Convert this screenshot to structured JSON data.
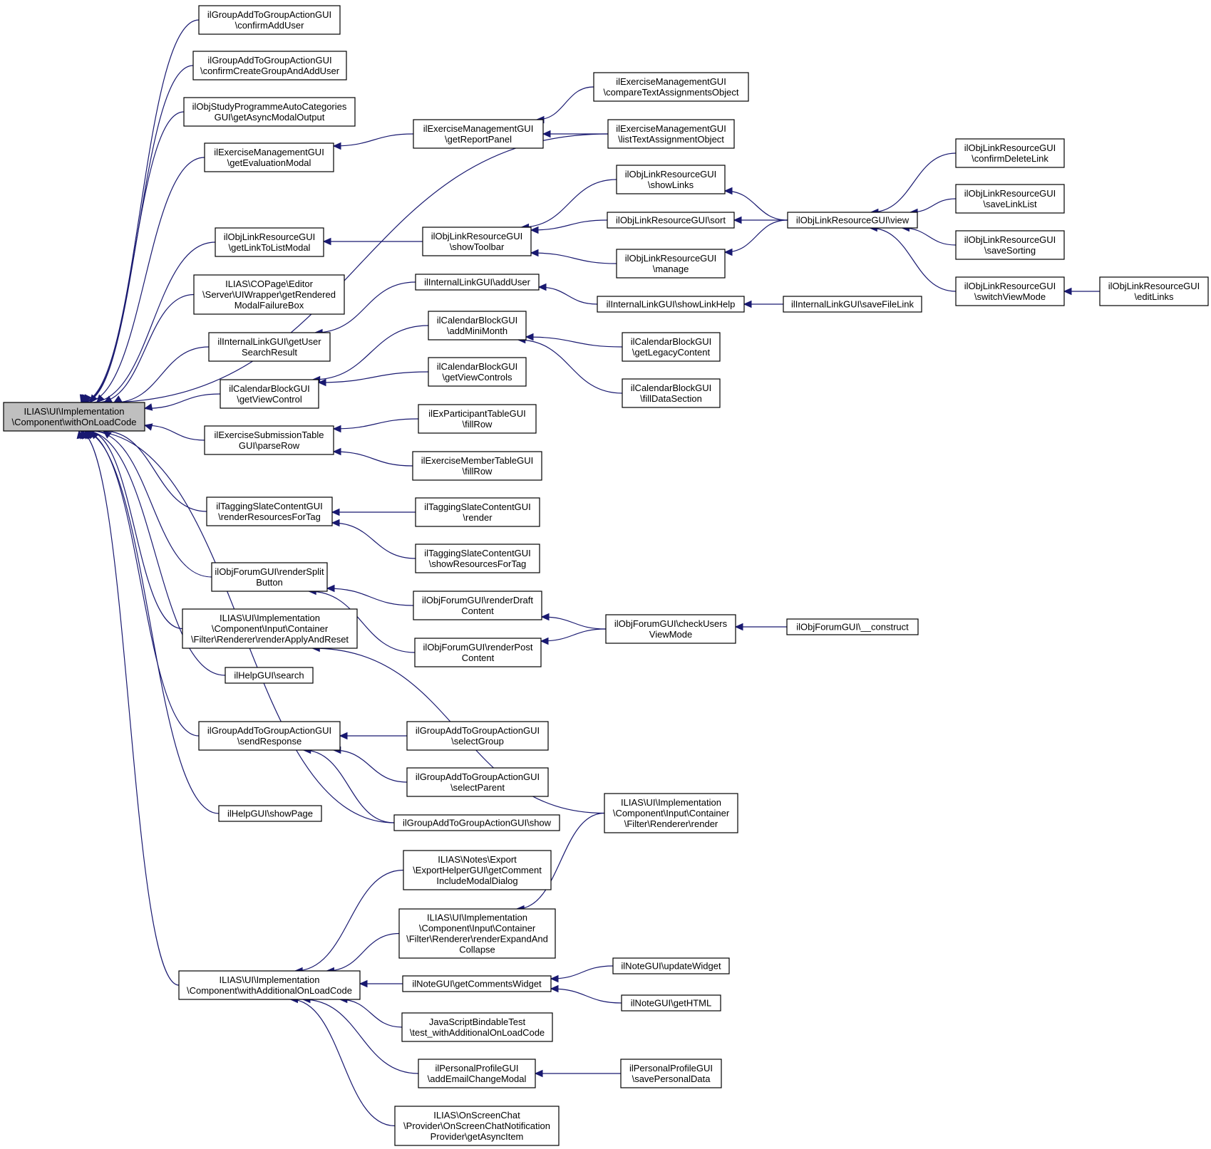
{
  "colors": {
    "edge": "#191970",
    "node_border": "#000000",
    "node_fill": "#ffffff",
    "root_fill": "#bfbfbf",
    "background": "#ffffff"
  },
  "nodes": [
    {
      "id": "root",
      "lines": [
        "ILIAS\\UI\\Implementation",
        "\\Component\\withOnLoadCode"
      ]
    },
    {
      "id": "n01",
      "lines": [
        "ilGroupAddToGroupActionGUI",
        "\\confirmAddUser"
      ]
    },
    {
      "id": "n02",
      "lines": [
        "ilGroupAddToGroupActionGUI",
        "\\confirmCreateGroupAndAddUser"
      ]
    },
    {
      "id": "n03",
      "lines": [
        "ilObjStudyProgrammeAutoCategories",
        "GUI\\getAsyncModalOutput"
      ]
    },
    {
      "id": "n04",
      "lines": [
        "ilExerciseManagementGUI",
        "\\getEvaluationModal"
      ]
    },
    {
      "id": "n05",
      "lines": [
        "ilObjLinkResourceGUI",
        "\\getLinkToListModal"
      ]
    },
    {
      "id": "n06",
      "lines": [
        "ILIAS\\COPage\\Editor",
        "\\Server\\UIWrapper\\getRendered",
        "ModalFailureBox"
      ]
    },
    {
      "id": "n07",
      "lines": [
        "ilInternalLinkGUI\\getUser",
        "SearchResult"
      ]
    },
    {
      "id": "n08",
      "lines": [
        "ilCalendarBlockGUI",
        "\\getViewControl"
      ]
    },
    {
      "id": "n09",
      "lines": [
        "ilExerciseSubmissionTable",
        "GUI\\parseRow"
      ]
    },
    {
      "id": "n10",
      "lines": [
        "ilTaggingSlateContentGUI",
        "\\renderResourcesForTag"
      ]
    },
    {
      "id": "n11",
      "lines": [
        "ilObjForumGUI\\renderSplit",
        "Button"
      ]
    },
    {
      "id": "n12",
      "lines": [
        "ILIAS\\UI\\Implementation",
        "\\Component\\Input\\Container",
        "\\Filter\\Renderer\\renderApplyAndReset"
      ]
    },
    {
      "id": "n13",
      "lines": [
        "ilHelpGUI\\search"
      ]
    },
    {
      "id": "n14",
      "lines": [
        "ilGroupAddToGroupActionGUI",
        "\\sendResponse"
      ]
    },
    {
      "id": "n15",
      "lines": [
        "ilHelpGUI\\showPage"
      ]
    },
    {
      "id": "n16",
      "lines": [
        "ILIAS\\UI\\Implementation",
        "\\Component\\withAdditionalOnLoadCode"
      ]
    },
    {
      "id": "m01",
      "lines": [
        "ilExerciseManagementGUI",
        "\\getReportPanel"
      ]
    },
    {
      "id": "m02",
      "lines": [
        "ilObjLinkResourceGUI",
        "\\showToolbar"
      ]
    },
    {
      "id": "m03",
      "lines": [
        "ilInternalLinkGUI\\addUser"
      ]
    },
    {
      "id": "m04",
      "lines": [
        "ilCalendarBlockGUI",
        "\\addMiniMonth"
      ]
    },
    {
      "id": "m05",
      "lines": [
        "ilCalendarBlockGUI",
        "\\getViewControls"
      ]
    },
    {
      "id": "m06",
      "lines": [
        "ilExParticipantTableGUI",
        "\\fillRow"
      ]
    },
    {
      "id": "m07",
      "lines": [
        "ilExerciseMemberTableGUI",
        "\\fillRow"
      ]
    },
    {
      "id": "m08",
      "lines": [
        "ilTaggingSlateContentGUI",
        "\\render"
      ]
    },
    {
      "id": "m09",
      "lines": [
        "ilTaggingSlateContentGUI",
        "\\showResourcesForTag"
      ]
    },
    {
      "id": "m10",
      "lines": [
        "ilObjForumGUI\\renderDraft",
        "Content"
      ]
    },
    {
      "id": "m11",
      "lines": [
        "ilObjForumGUI\\renderPost",
        "Content"
      ]
    },
    {
      "id": "m12",
      "lines": [
        "ilGroupAddToGroupActionGUI",
        "\\selectGroup"
      ]
    },
    {
      "id": "m13",
      "lines": [
        "ilGroupAddToGroupActionGUI",
        "\\selectParent"
      ]
    },
    {
      "id": "m14",
      "lines": [
        "ilGroupAddToGroupActionGUI\\show"
      ]
    },
    {
      "id": "m15",
      "lines": [
        "ILIAS\\Notes\\Export",
        "\\ExportHelperGUI\\getComment",
        "IncludeModalDialog"
      ]
    },
    {
      "id": "m16",
      "lines": [
        "ILIAS\\UI\\Implementation",
        "\\Component\\Input\\Container",
        "\\Filter\\Renderer\\renderExpandAnd",
        "Collapse"
      ]
    },
    {
      "id": "m17",
      "lines": [
        "ilNoteGUI\\getCommentsWidget"
      ]
    },
    {
      "id": "m18",
      "lines": [
        "JavaScriptBindableTest",
        "\\test_withAdditionalOnLoadCode"
      ]
    },
    {
      "id": "m19",
      "lines": [
        "ilPersonalProfileGUI",
        "\\addEmailChangeModal"
      ]
    },
    {
      "id": "m20",
      "lines": [
        "ILIAS\\OnScreenChat",
        "\\Provider\\OnScreenChatNotification",
        "Provider\\getAsyncItem"
      ]
    },
    {
      "id": "k01",
      "lines": [
        "ilExerciseManagementGUI",
        "\\compareTextAssignmentsObject"
      ]
    },
    {
      "id": "k02",
      "lines": [
        "ilExerciseManagementGUI",
        "\\listTextAssignmentObject"
      ]
    },
    {
      "id": "k03",
      "lines": [
        "ilObjLinkResourceGUI",
        "\\showLinks"
      ]
    },
    {
      "id": "k04",
      "lines": [
        "ilObjLinkResourceGUI\\sort"
      ]
    },
    {
      "id": "k05",
      "lines": [
        "ilObjLinkResourceGUI",
        "\\manage"
      ]
    },
    {
      "id": "k06",
      "lines": [
        "ilInternalLinkGUI\\showLinkHelp"
      ]
    },
    {
      "id": "k07",
      "lines": [
        "ilCalendarBlockGUI",
        "\\getLegacyContent"
      ]
    },
    {
      "id": "k08",
      "lines": [
        "ilCalendarBlockGUI",
        "\\fillDataSection"
      ]
    },
    {
      "id": "k09",
      "lines": [
        "ilObjForumGUI\\checkUsers",
        "ViewMode"
      ]
    },
    {
      "id": "k10",
      "lines": [
        "ILIAS\\UI\\Implementation",
        "\\Component\\Input\\Container",
        "\\Filter\\Renderer\\render"
      ]
    },
    {
      "id": "k11",
      "lines": [
        "ilNoteGUI\\updateWidget"
      ]
    },
    {
      "id": "k12",
      "lines": [
        "ilNoteGUI\\getHTML"
      ]
    },
    {
      "id": "k13",
      "lines": [
        "ilPersonalProfileGUI",
        "\\savePersonalData"
      ]
    },
    {
      "id": "j01",
      "lines": [
        "ilObjLinkResourceGUI\\view"
      ]
    },
    {
      "id": "j02",
      "lines": [
        "ilInternalLinkGUI\\saveFileLink"
      ]
    },
    {
      "id": "j03",
      "lines": [
        "ilObjForumGUI\\__construct"
      ]
    },
    {
      "id": "h01",
      "lines": [
        "ilObjLinkResourceGUI",
        "\\confirmDeleteLink"
      ]
    },
    {
      "id": "h02",
      "lines": [
        "ilObjLinkResourceGUI",
        "\\saveLinkList"
      ]
    },
    {
      "id": "h03",
      "lines": [
        "ilObjLinkResourceGUI",
        "\\saveSorting"
      ]
    },
    {
      "id": "h04",
      "lines": [
        "ilObjLinkResourceGUI",
        "\\switchViewMode"
      ]
    },
    {
      "id": "g01",
      "lines": [
        "ilObjLinkResourceGUI",
        "\\editLinks"
      ]
    }
  ],
  "edges": [
    [
      "n01",
      "root"
    ],
    [
      "n02",
      "root"
    ],
    [
      "n03",
      "root"
    ],
    [
      "n04",
      "root"
    ],
    [
      "n05",
      "root"
    ],
    [
      "n06",
      "root"
    ],
    [
      "n07",
      "root"
    ],
    [
      "n08",
      "root"
    ],
    [
      "n09",
      "root"
    ],
    [
      "n10",
      "root"
    ],
    [
      "n11",
      "root"
    ],
    [
      "n12",
      "root"
    ],
    [
      "n13",
      "root"
    ],
    [
      "n14",
      "root"
    ],
    [
      "n15",
      "root"
    ],
    [
      "n16",
      "root"
    ],
    [
      "k02",
      "root"
    ],
    [
      "m14",
      "root"
    ],
    [
      "m01",
      "n04"
    ],
    [
      "k01",
      "m01"
    ],
    [
      "k02",
      "m01"
    ],
    [
      "m02",
      "n05"
    ],
    [
      "k03",
      "m02"
    ],
    [
      "k04",
      "m02"
    ],
    [
      "k05",
      "m02"
    ],
    [
      "j01",
      "k03"
    ],
    [
      "j01",
      "k04"
    ],
    [
      "j01",
      "k05"
    ],
    [
      "h01",
      "j01"
    ],
    [
      "h02",
      "j01"
    ],
    [
      "h03",
      "j01"
    ],
    [
      "h04",
      "j01"
    ],
    [
      "g01",
      "h04"
    ],
    [
      "m03",
      "n07"
    ],
    [
      "k06",
      "m03"
    ],
    [
      "j02",
      "k06"
    ],
    [
      "m04",
      "n08"
    ],
    [
      "m05",
      "n08"
    ],
    [
      "k07",
      "m04"
    ],
    [
      "k08",
      "m04"
    ],
    [
      "m06",
      "n09"
    ],
    [
      "m07",
      "n09"
    ],
    [
      "m08",
      "n10"
    ],
    [
      "m09",
      "n10"
    ],
    [
      "m10",
      "n11"
    ],
    [
      "m11",
      "n11"
    ],
    [
      "k09",
      "m10"
    ],
    [
      "k09",
      "m11"
    ],
    [
      "j03",
      "k09"
    ],
    [
      "k10",
      "n12"
    ],
    [
      "m12",
      "n14"
    ],
    [
      "m13",
      "n14"
    ],
    [
      "m14",
      "n14"
    ],
    [
      "m15",
      "n16"
    ],
    [
      "m16",
      "n16"
    ],
    [
      "m17",
      "n16"
    ],
    [
      "m18",
      "n16"
    ],
    [
      "m19",
      "n16"
    ],
    [
      "m20",
      "n16"
    ],
    [
      "k10",
      "m16"
    ],
    [
      "k11",
      "m17"
    ],
    [
      "k12",
      "m17"
    ],
    [
      "k13",
      "m19"
    ]
  ]
}
